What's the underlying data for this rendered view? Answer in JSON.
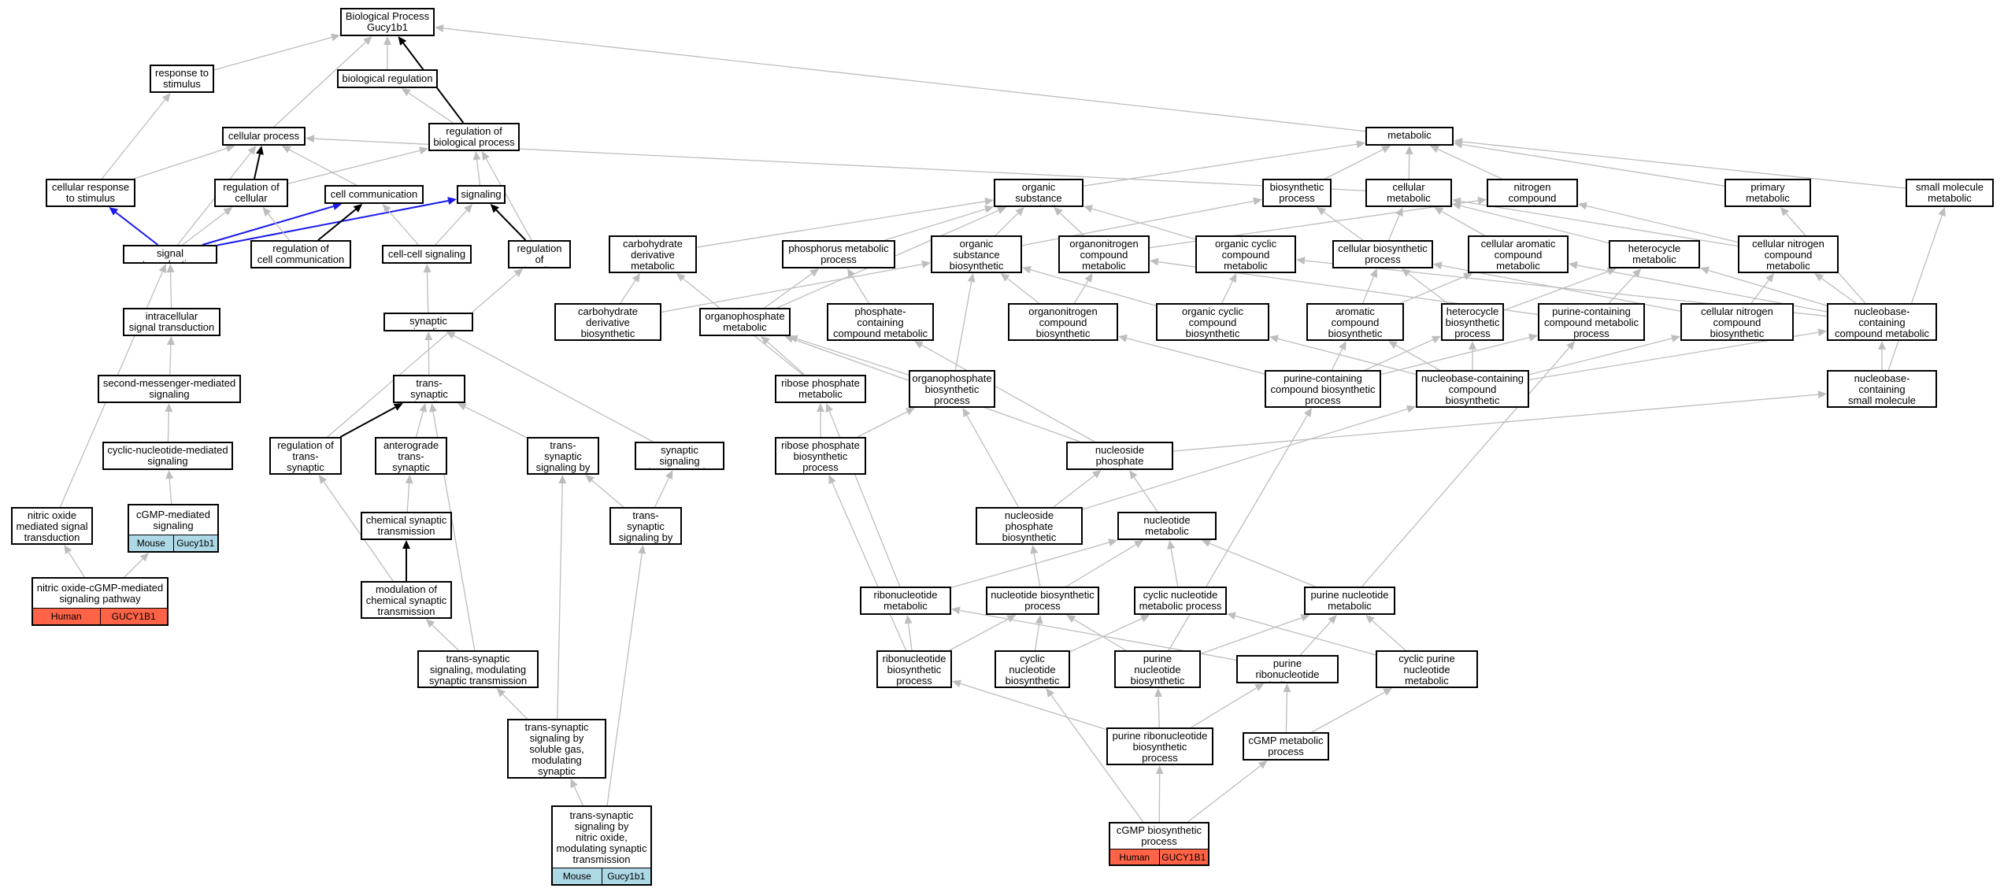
{
  "colors": {
    "gray_edge": "#bdbdbd",
    "black_edge": "#000000",
    "blue_edge": "#1a1aee",
    "mouse": "#add8e6",
    "human": "#ff6347"
  },
  "nodes": {
    "n1": {
      "label": "Biological Process\nGucy1b1"
    },
    "n2": {
      "label": "response to\nstimulus"
    },
    "n3": {
      "label": "biological regulation"
    },
    "n4": {
      "label": "cellular process"
    },
    "n5": {
      "label": "regulation of\nbiological process"
    },
    "n6": {
      "label": "metabolic process"
    },
    "n7": {
      "label": "cellular response\nto stimulus"
    },
    "n8": {
      "label": "regulation of\ncellular process"
    },
    "n9": {
      "label": "cell communication"
    },
    "n10": {
      "label": "signaling"
    },
    "n11": {
      "label": "organic substance\nmetabolic process"
    },
    "n12": {
      "label": "biosynthetic\nprocess"
    },
    "n13": {
      "label": "cellular metabolic\nprocess"
    },
    "n14": {
      "label": "nitrogen compound\nmetabolic process"
    },
    "n15": {
      "label": "primary metabolic\nprocess"
    },
    "n16": {
      "label": "small molecule\nmetabolic process"
    },
    "n17": {
      "label": "signal transduction"
    },
    "n18": {
      "label": "regulation of\ncell communication"
    },
    "n19": {
      "label": "cell-cell signaling"
    },
    "n20": {
      "label": "regulation of\nsignaling"
    },
    "n21": {
      "label": "carbohydrate\nderivative metabolic\nprocess"
    },
    "n22": {
      "label": "phosphorus metabolic\nprocess"
    },
    "n23": {
      "label": "organic substance\nbiosynthetic\nprocess"
    },
    "n24": {
      "label": "organonitrogen\ncompound metabolic\nprocess"
    },
    "n25": {
      "label": "organic cyclic\ncompound metabolic\nprocess"
    },
    "n26": {
      "label": "cellular biosynthetic\nprocess"
    },
    "n27": {
      "label": "cellular aromatic\ncompound metabolic\nprocess"
    },
    "n28": {
      "label": "heterocycle\nmetabolic process"
    },
    "n29": {
      "label": "cellular nitrogen\ncompound metabolic\nprocess"
    },
    "n30": {
      "label": "intracellular\nsignal transduction"
    },
    "n31": {
      "label": "synaptic signaling"
    },
    "n32": {
      "label": "carbohydrate\nderivative biosynthetic\nprocess"
    },
    "n33": {
      "label": "organophosphate\nmetabolic process"
    },
    "n34": {
      "label": "phosphate-containing\ncompound metabolic\nprocess"
    },
    "n35": {
      "label": "organonitrogen\ncompound biosynthetic\nprocess"
    },
    "n36": {
      "label": "organic cyclic\ncompound biosynthetic\nprocess"
    },
    "n37": {
      "label": "aromatic compound\nbiosynthetic\nprocess"
    },
    "n38": {
      "label": "heterocycle\nbiosynthetic\nprocess"
    },
    "n39": {
      "label": "purine-containing\ncompound metabolic\nprocess"
    },
    "n40": {
      "label": "cellular nitrogen\ncompound biosynthetic\nprocess"
    },
    "n41": {
      "label": "nucleobase-containing\ncompound metabolic\nprocess"
    },
    "n42": {
      "label": "second-messenger-mediated\nsignaling"
    },
    "n43": {
      "label": "trans-synaptic\nsignaling"
    },
    "n44": {
      "label": "ribose phosphate\nmetabolic process"
    },
    "n45": {
      "label": "organophosphate\nbiosynthetic\nprocess"
    },
    "n46": {
      "label": "purine-containing\ncompound biosynthetic\nprocess"
    },
    "n47": {
      "label": "nucleobase-containing\ncompound biosynthetic\nprocess"
    },
    "n48": {
      "label": "nucleobase-containing\nsmall molecule\nmetabolic process"
    },
    "n49": {
      "label": "cyclic-nucleotide-mediated\nsignaling"
    },
    "n50": {
      "label": "regulation of\ntrans-synaptic\nsignaling"
    },
    "n51": {
      "label": "anterograde\ntrans-synaptic\nsignaling"
    },
    "n52": {
      "label": "trans-synaptic\nsignaling by\nsoluble gas"
    },
    "n53": {
      "label": "synaptic signaling\nby nitric oxide"
    },
    "n54": {
      "label": "ribose phosphate\nbiosynthetic\nprocess"
    },
    "n55": {
      "label": "nucleoside phosphate\nmetabolic process"
    },
    "n56": {
      "label": "nitric oxide\nmediated signal\ntransduction"
    },
    "n57": {
      "label": "cGMP-mediated\nsignaling",
      "tags": [
        "Mouse",
        "Gucy1b1"
      ]
    },
    "n58": {
      "label": "chemical synaptic\ntransmission"
    },
    "n59": {
      "label": "trans-synaptic\nsignaling by\nnitric oxide"
    },
    "n60": {
      "label": "nucleoside phosphate\nbiosynthetic\nprocess"
    },
    "n61": {
      "label": "nucleotide metabolic\nprocess"
    },
    "n62": {
      "label": "nitric oxide-cGMP-mediated\nsignaling pathway",
      "tags": [
        "Human",
        "GUCY1B1"
      ]
    },
    "n63": {
      "label": "modulation of\nchemical synaptic\ntransmission"
    },
    "n64": {
      "label": "ribonucleotide\nmetabolic process"
    },
    "n65": {
      "label": "nucleotide biosynthetic\nprocess"
    },
    "n66": {
      "label": "cyclic nucleotide\nmetabolic process"
    },
    "n67": {
      "label": "purine nucleotide\nmetabolic process"
    },
    "n68": {
      "label": "trans-synaptic\nsignaling, modulating\nsynaptic transmission"
    },
    "n69": {
      "label": "ribonucleotide\nbiosynthetic\nprocess"
    },
    "n70": {
      "label": "cyclic nucleotide\nbiosynthetic\nprocess"
    },
    "n71": {
      "label": "purine nucleotide\nbiosynthetic\nprocess"
    },
    "n72": {
      "label": "purine ribonucleotide\nmetabolic process"
    },
    "n73": {
      "label": "cyclic purine\nnucleotide metabolic\nprocess"
    },
    "n74": {
      "label": "trans-synaptic\nsignaling by\nsoluble gas,\nmodulating synaptic\ntransmission"
    },
    "n75": {
      "label": "purine ribonucleotide\nbiosynthetic\nprocess"
    },
    "n76": {
      "label": "cGMP metabolic\nprocess"
    },
    "n77": {
      "label": "trans-synaptic\nsignaling by\nnitric oxide,\nmodulating synaptic\ntransmission",
      "tags": [
        "Mouse",
        "Gucy1b1"
      ]
    },
    "n78": {
      "label": "cGMP biosynthetic\nprocess",
      "tags": [
        "Human",
        "GUCY1B1"
      ]
    }
  },
  "edges": [
    {
      "from": "n2",
      "to": "n1",
      "color": "gray"
    },
    {
      "from": "n3",
      "to": "n1",
      "color": "gray"
    },
    {
      "from": "n4",
      "to": "n1",
      "color": "gray"
    },
    {
      "from": "n5",
      "to": "n1",
      "color": "black"
    },
    {
      "from": "n5",
      "to": "n3",
      "color": "gray"
    },
    {
      "from": "n6",
      "to": "n1",
      "color": "gray"
    },
    {
      "from": "n7",
      "to": "n2",
      "color": "gray"
    },
    {
      "from": "n7",
      "to": "n4",
      "color": "gray"
    },
    {
      "from": "n8",
      "to": "n4",
      "color": "black"
    },
    {
      "from": "n8",
      "to": "n5",
      "color": "gray"
    },
    {
      "from": "n9",
      "to": "n4",
      "color": "gray"
    },
    {
      "from": "n10",
      "to": "n5",
      "color": "gray"
    },
    {
      "from": "n11",
      "to": "n6",
      "color": "gray"
    },
    {
      "from": "n12",
      "to": "n6",
      "color": "gray"
    },
    {
      "from": "n13",
      "to": "n6",
      "color": "gray"
    },
    {
      "from": "n13",
      "to": "n4",
      "color": "gray"
    },
    {
      "from": "n14",
      "to": "n6",
      "color": "gray"
    },
    {
      "from": "n15",
      "to": "n6",
      "color": "gray"
    },
    {
      "from": "n16",
      "to": "n6",
      "color": "gray"
    },
    {
      "from": "n17",
      "to": "n7",
      "color": "blue"
    },
    {
      "from": "n17",
      "to": "n9",
      "color": "blue"
    },
    {
      "from": "n17",
      "to": "n10",
      "color": "blue"
    },
    {
      "from": "n17",
      "to": "n4",
      "color": "gray"
    },
    {
      "from": "n17",
      "to": "n8",
      "color": "gray"
    },
    {
      "from": "n18",
      "to": "n9",
      "color": "black"
    },
    {
      "from": "n18",
      "to": "n8",
      "color": "gray"
    },
    {
      "from": "n19",
      "to": "n9",
      "color": "gray"
    },
    {
      "from": "n19",
      "to": "n10",
      "color": "gray"
    },
    {
      "from": "n20",
      "to": "n10",
      "color": "black"
    },
    {
      "from": "n20",
      "to": "n5",
      "color": "gray"
    },
    {
      "from": "n21",
      "to": "n11",
      "color": "gray"
    },
    {
      "from": "n22",
      "to": "n11",
      "color": "gray"
    },
    {
      "from": "n23",
      "to": "n11",
      "color": "gray"
    },
    {
      "from": "n23",
      "to": "n12",
      "color": "gray"
    },
    {
      "from": "n24",
      "to": "n11",
      "color": "gray"
    },
    {
      "from": "n24",
      "to": "n14",
      "color": "gray"
    },
    {
      "from": "n25",
      "to": "n11",
      "color": "gray"
    },
    {
      "from": "n26",
      "to": "n12",
      "color": "gray"
    },
    {
      "from": "n26",
      "to": "n13",
      "color": "gray"
    },
    {
      "from": "n27",
      "to": "n13",
      "color": "gray"
    },
    {
      "from": "n28",
      "to": "n13",
      "color": "gray"
    },
    {
      "from": "n29",
      "to": "n13",
      "color": "gray"
    },
    {
      "from": "n29",
      "to": "n14",
      "color": "gray"
    },
    {
      "from": "n30",
      "to": "n17",
      "color": "gray"
    },
    {
      "from": "n31",
      "to": "n19",
      "color": "gray"
    },
    {
      "from": "n32",
      "to": "n21",
      "color": "gray"
    },
    {
      "from": "n32",
      "to": "n23",
      "color": "gray"
    },
    {
      "from": "n33",
      "to": "n22",
      "color": "gray"
    },
    {
      "from": "n33",
      "to": "n11",
      "color": "gray"
    },
    {
      "from": "n34",
      "to": "n22",
      "color": "gray"
    },
    {
      "from": "n35",
      "to": "n23",
      "color": "gray"
    },
    {
      "from": "n35",
      "to": "n24",
      "color": "gray"
    },
    {
      "from": "n36",
      "to": "n23",
      "color": "gray"
    },
    {
      "from": "n36",
      "to": "n25",
      "color": "gray"
    },
    {
      "from": "n37",
      "to": "n26",
      "color": "gray"
    },
    {
      "from": "n37",
      "to": "n27",
      "color": "gray"
    },
    {
      "from": "n38",
      "to": "n26",
      "color": "gray"
    },
    {
      "from": "n38",
      "to": "n28",
      "color": "gray"
    },
    {
      "from": "n39",
      "to": "n28",
      "color": "gray"
    },
    {
      "from": "n39",
      "to": "n24",
      "color": "gray"
    },
    {
      "from": "n40",
      "to": "n26",
      "color": "gray"
    },
    {
      "from": "n40",
      "to": "n29",
      "color": "gray"
    },
    {
      "from": "n41",
      "to": "n27",
      "color": "gray"
    },
    {
      "from": "n41",
      "to": "n28",
      "color": "gray"
    },
    {
      "from": "n41",
      "to": "n29",
      "color": "gray"
    },
    {
      "from": "n41",
      "to": "n25",
      "color": "gray"
    },
    {
      "from": "n41",
      "to": "n15",
      "color": "gray"
    },
    {
      "from": "n42",
      "to": "n30",
      "color": "gray"
    },
    {
      "from": "n43",
      "to": "n31",
      "color": "gray"
    },
    {
      "from": "n44",
      "to": "n33",
      "color": "gray"
    },
    {
      "from": "n44",
      "to": "n21",
      "color": "gray"
    },
    {
      "from": "n45",
      "to": "n33",
      "color": "gray"
    },
    {
      "from": "n45",
      "to": "n23",
      "color": "gray"
    },
    {
      "from": "n46",
      "to": "n39",
      "color": "gray"
    },
    {
      "from": "n46",
      "to": "n35",
      "color": "gray"
    },
    {
      "from": "n46",
      "to": "n37",
      "color": "gray"
    },
    {
      "from": "n46",
      "to": "n38",
      "color": "gray"
    },
    {
      "from": "n47",
      "to": "n41",
      "color": "gray"
    },
    {
      "from": "n47",
      "to": "n40",
      "color": "gray"
    },
    {
      "from": "n47",
      "to": "n37",
      "color": "gray"
    },
    {
      "from": "n47",
      "to": "n38",
      "color": "gray"
    },
    {
      "from": "n47",
      "to": "n36",
      "color": "gray"
    },
    {
      "from": "n48",
      "to": "n41",
      "color": "gray"
    },
    {
      "from": "n48",
      "to": "n16",
      "color": "gray"
    },
    {
      "from": "n49",
      "to": "n42",
      "color": "gray"
    },
    {
      "from": "n50",
      "to": "n43",
      "color": "black"
    },
    {
      "from": "n50",
      "to": "n20",
      "color": "gray"
    },
    {
      "from": "n51",
      "to": "n43",
      "color": "gray"
    },
    {
      "from": "n52",
      "to": "n43",
      "color": "gray"
    },
    {
      "from": "n53",
      "to": "n31",
      "color": "gray"
    },
    {
      "from": "n54",
      "to": "n44",
      "color": "gray"
    },
    {
      "from": "n54",
      "to": "n45",
      "color": "gray"
    },
    {
      "from": "n55",
      "to": "n34",
      "color": "gray"
    },
    {
      "from": "n55",
      "to": "n33",
      "color": "gray"
    },
    {
      "from": "n55",
      "to": "n48",
      "color": "gray"
    },
    {
      "from": "n56",
      "to": "n17",
      "color": "gray"
    },
    {
      "from": "n57",
      "to": "n49",
      "color": "gray"
    },
    {
      "from": "n58",
      "to": "n51",
      "color": "gray"
    },
    {
      "from": "n59",
      "to": "n52",
      "color": "gray"
    },
    {
      "from": "n59",
      "to": "n53",
      "color": "gray"
    },
    {
      "from": "n60",
      "to": "n55",
      "color": "gray"
    },
    {
      "from": "n60",
      "to": "n45",
      "color": "gray"
    },
    {
      "from": "n60",
      "to": "n47",
      "color": "gray"
    },
    {
      "from": "n61",
      "to": "n55",
      "color": "gray"
    },
    {
      "from": "n62",
      "to": "n56",
      "color": "gray"
    },
    {
      "from": "n62",
      "to": "n57",
      "color": "gray"
    },
    {
      "from": "n63",
      "to": "n58",
      "color": "black"
    },
    {
      "from": "n63",
      "to": "n50",
      "color": "gray"
    },
    {
      "from": "n64",
      "to": "n61",
      "color": "gray"
    },
    {
      "from": "n64",
      "to": "n44",
      "color": "gray"
    },
    {
      "from": "n65",
      "to": "n61",
      "color": "gray"
    },
    {
      "from": "n65",
      "to": "n60",
      "color": "gray"
    },
    {
      "from": "n66",
      "to": "n61",
      "color": "gray"
    },
    {
      "from": "n67",
      "to": "n61",
      "color": "gray"
    },
    {
      "from": "n67",
      "to": "n39",
      "color": "gray"
    },
    {
      "from": "n68",
      "to": "n63",
      "color": "gray"
    },
    {
      "from": "n68",
      "to": "n43",
      "color": "gray"
    },
    {
      "from": "n69",
      "to": "n64",
      "color": "gray"
    },
    {
      "from": "n69",
      "to": "n65",
      "color": "gray"
    },
    {
      "from": "n69",
      "to": "n54",
      "color": "gray"
    },
    {
      "from": "n70",
      "to": "n65",
      "color": "gray"
    },
    {
      "from": "n70",
      "to": "n66",
      "color": "gray"
    },
    {
      "from": "n71",
      "to": "n65",
      "color": "gray"
    },
    {
      "from": "n71",
      "to": "n67",
      "color": "gray"
    },
    {
      "from": "n71",
      "to": "n46",
      "color": "gray"
    },
    {
      "from": "n72",
      "to": "n64",
      "color": "gray"
    },
    {
      "from": "n72",
      "to": "n67",
      "color": "gray"
    },
    {
      "from": "n73",
      "to": "n66",
      "color": "gray"
    },
    {
      "from": "n73",
      "to": "n67",
      "color": "gray"
    },
    {
      "from": "n74",
      "to": "n68",
      "color": "gray"
    },
    {
      "from": "n74",
      "to": "n52",
      "color": "gray"
    },
    {
      "from": "n75",
      "to": "n72",
      "color": "gray"
    },
    {
      "from": "n75",
      "to": "n71",
      "color": "gray"
    },
    {
      "from": "n75",
      "to": "n69",
      "color": "gray"
    },
    {
      "from": "n76",
      "to": "n72",
      "color": "gray"
    },
    {
      "from": "n76",
      "to": "n73",
      "color": "gray"
    },
    {
      "from": "n77",
      "to": "n74",
      "color": "gray"
    },
    {
      "from": "n77",
      "to": "n59",
      "color": "gray"
    },
    {
      "from": "n78",
      "to": "n75",
      "color": "gray"
    },
    {
      "from": "n78",
      "to": "n76",
      "color": "gray"
    },
    {
      "from": "n78",
      "to": "n70",
      "color": "gray"
    }
  ]
}
